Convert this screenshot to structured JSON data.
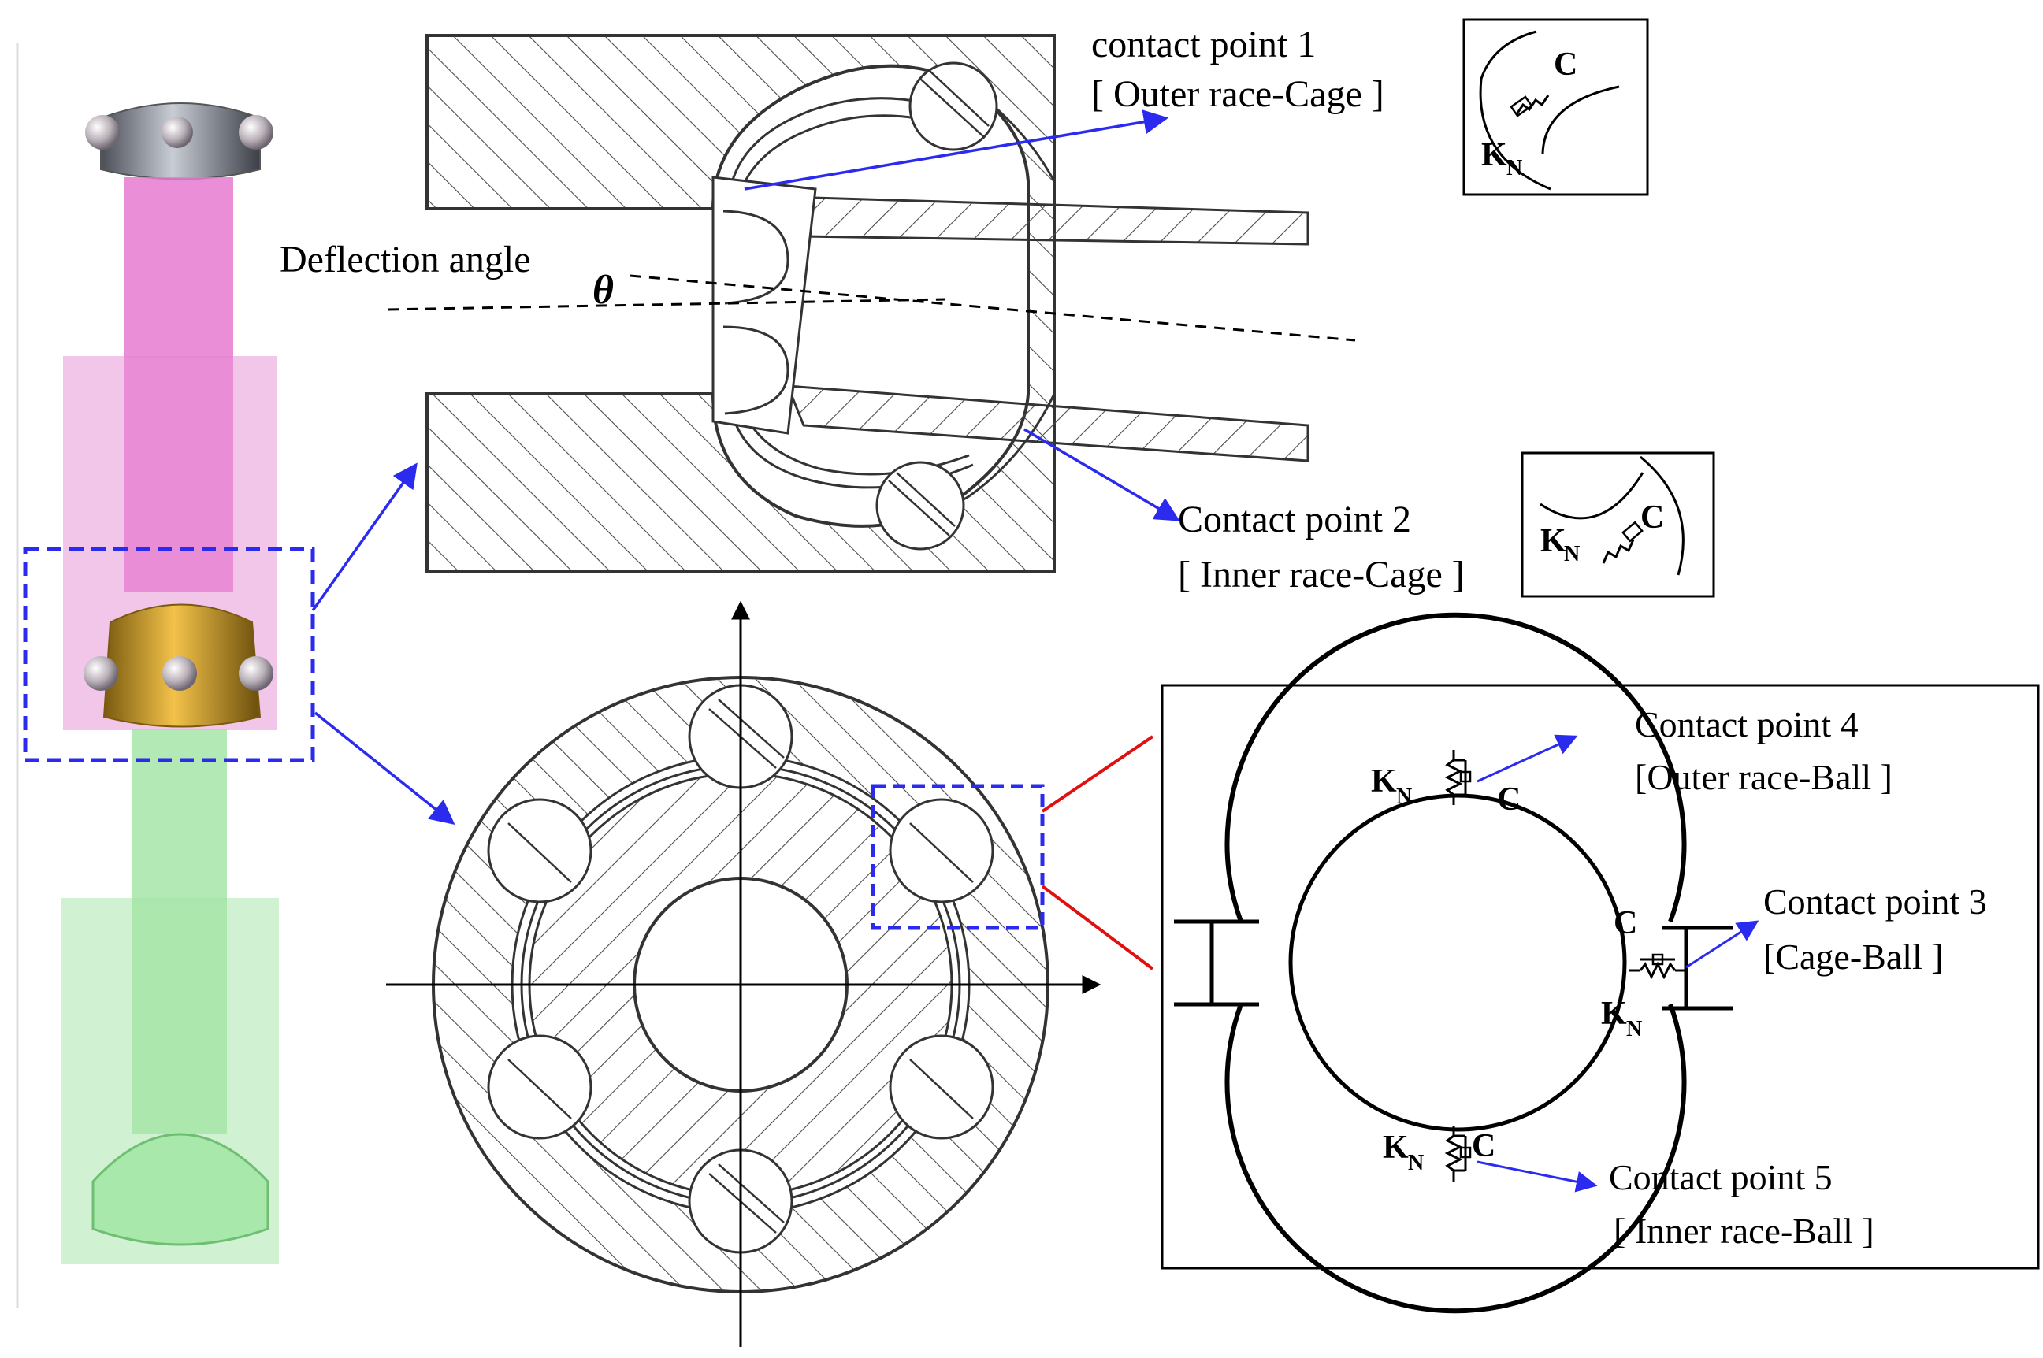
{
  "labels": {
    "deflection_angle": "Deflection angle",
    "theta": "θ",
    "cp1_title": "contact point 1",
    "cp1_sub": "[ Outer race-Cage ]",
    "cp2_title": "Contact point 2",
    "cp2_sub": "[ Inner race-Cage ]",
    "cp3_title": "Contact point 3",
    "cp3_sub": "[Cage-Ball ]",
    "cp4_title": "Contact point 4",
    "cp4_sub": "[Outer race-Ball ]",
    "cp5_title": "Contact point 5",
    "cp5_sub": "[ Inner race-Ball ]"
  },
  "symbols": {
    "stiffness": "K",
    "stiffness_sub": "N",
    "damping": "C"
  },
  "colors": {
    "arrow": "#2b2bf0",
    "zoom_box": "#2b2bf0",
    "zoom_lines": "#e01010",
    "shaft_top": "#e57ad0",
    "shaft_bottom": "#9fe3a2",
    "cage": "#e5b43a",
    "hatch": "#444444"
  }
}
